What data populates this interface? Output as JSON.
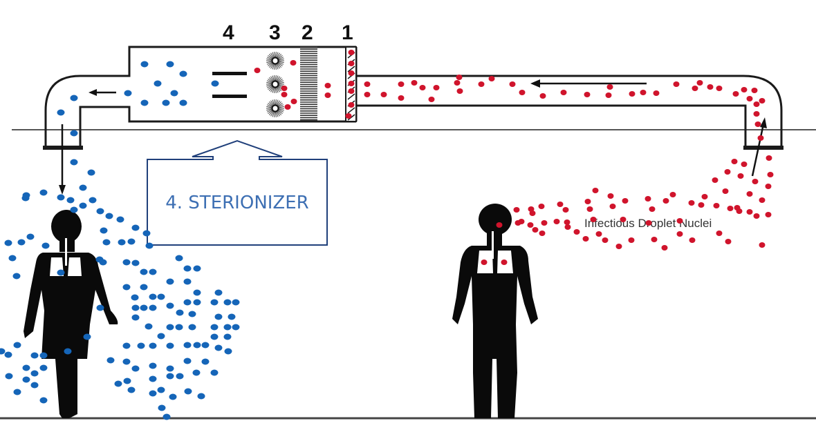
{
  "title": "Sterionizer airflow diagram",
  "component_labels": [
    {
      "number": "4",
      "name": "sterionizer-plates"
    },
    {
      "number": "3",
      "name": "uv-lamps"
    },
    {
      "number": "2",
      "name": "filter"
    },
    {
      "number": "1",
      "name": "pre-filter"
    }
  ],
  "callout": {
    "text": "4. STERIONIZER"
  },
  "droplet_label": {
    "text": "Infectious Droplet Nuclei"
  },
  "colors": {
    "clean_particle": "#1565b8",
    "infectious_particle": "#d0142c",
    "duct_stroke": "#1a1a1a",
    "callout_stroke": "#1f3f7a",
    "callout_text": "#3d6fb3"
  },
  "figures": [
    {
      "name": "clean-air-person",
      "description": "person breathing sterilized air"
    },
    {
      "name": "infected-person",
      "description": "person exhaling infectious droplets"
    }
  ]
}
